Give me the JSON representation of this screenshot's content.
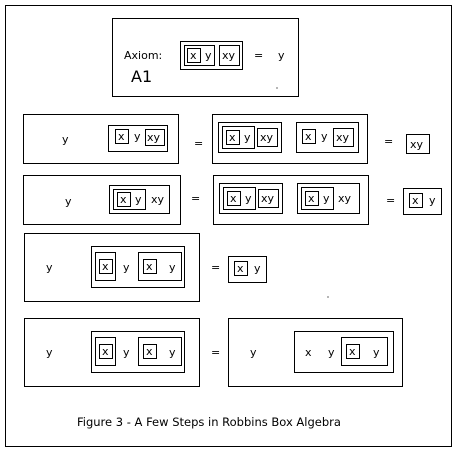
{
  "axiom": {
    "label": "Axiom:",
    "name": "A1"
  },
  "sym": {
    "x": "x",
    "y": "y",
    "xy": "xy",
    "eq": "="
  },
  "caption": "Figure 3 - A Few Steps in Robbins Box Algebra"
}
